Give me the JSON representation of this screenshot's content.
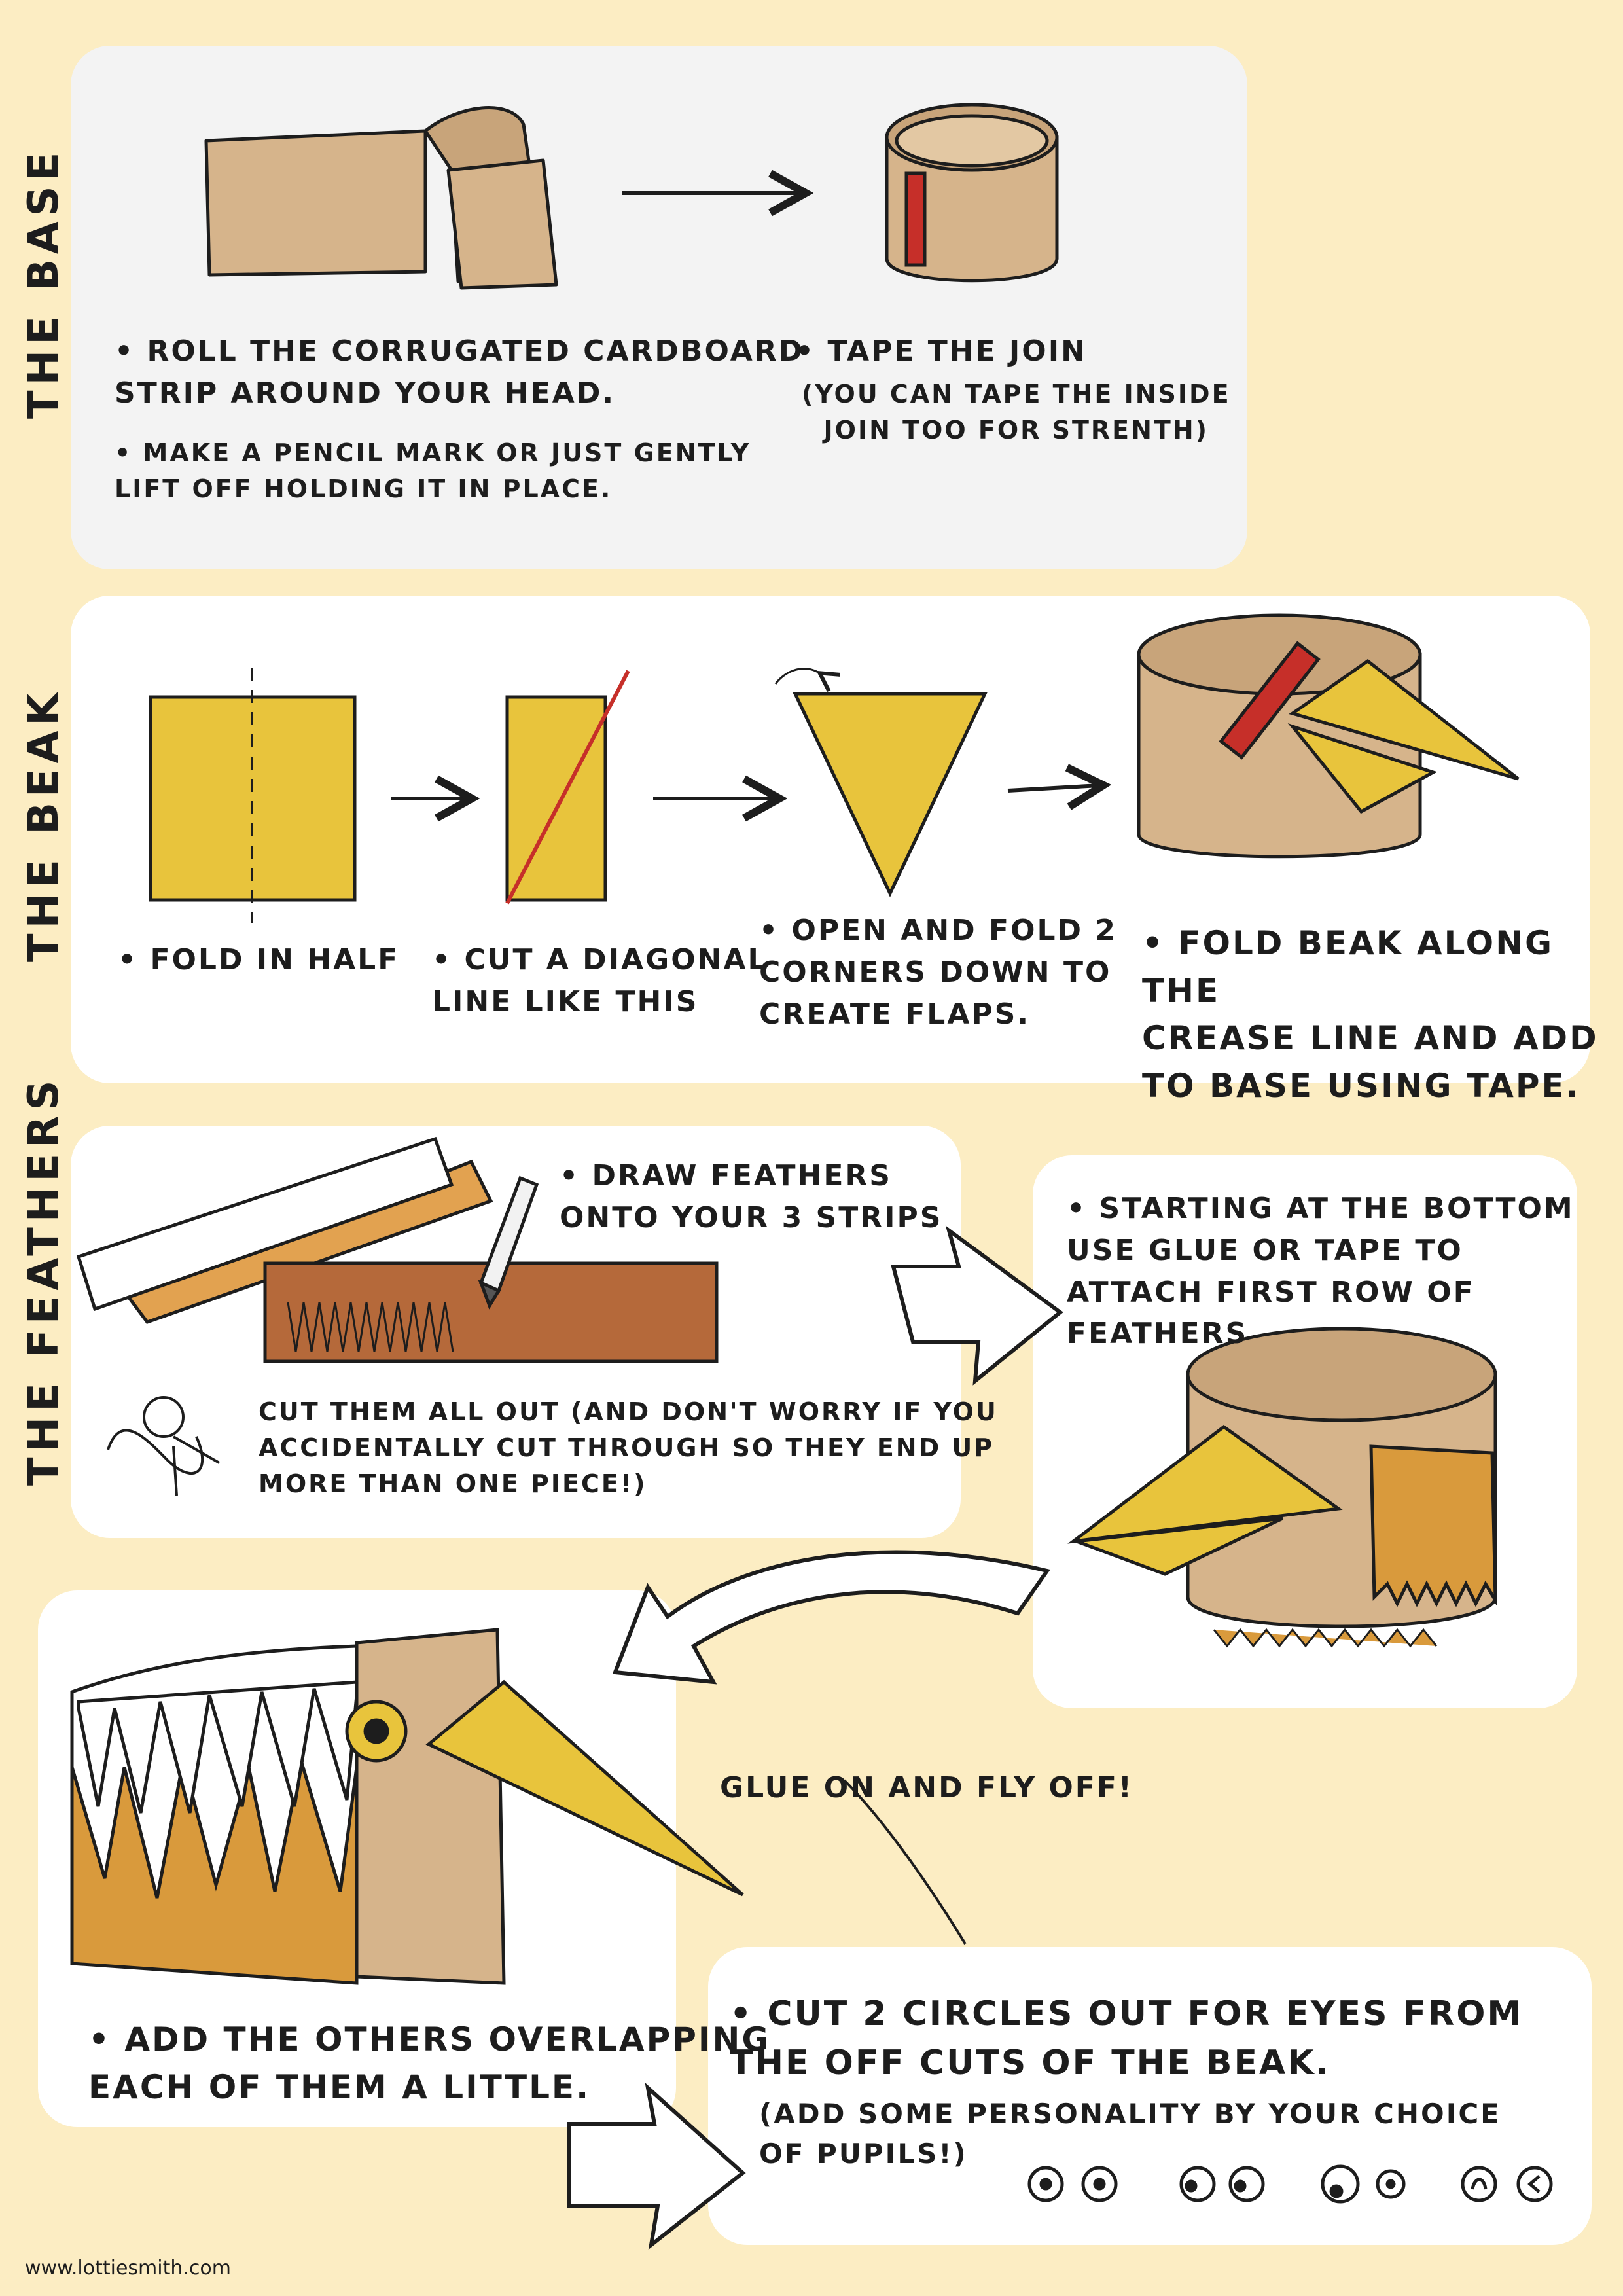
{
  "sections": {
    "base": {
      "label": "THE BASE",
      "step1_line1": "• ROLL THE CORRUGATED CARDBOARD\nSTRIP AROUND YOUR HEAD.",
      "step1_line2": "• MAKE A PENCIL MARK OR JUST GENTLY\nLIFT OFF HOLDING IT IN PLACE.",
      "step2_line1": "• TAPE THE JOIN",
      "step2_line2": "(YOU CAN TAPE THE INSIDE\nJOIN TOO FOR STRENTH)"
    },
    "beak": {
      "label": "THE BEAK",
      "step1": "• FOLD IN HALF",
      "step2": "• CUT A DIAGONAL\nLINE LIKE THIS",
      "step3": "• OPEN AND FOLD 2\nCORNERS DOWN TO\nCREATE FLAPS.",
      "step4": "• FOLD BEAK ALONG THE\nCREASE LINE AND ADD\nTO BASE USING TAPE."
    },
    "feathers": {
      "label": "THE FEATHERS",
      "draw": "• DRAW FEATHERS\nONTO YOUR 3 STRIPS",
      "cut": "CUT THEM ALL OUT (AND DON'T WORRY IF YOU\nACCIDENTALLY CUT THROUGH SO THEY END UP\nMORE THAN ONE PIECE!)",
      "attach": "• STARTING AT THE BOTTOM\nUSE GLUE OR TAPE TO\nATTACH FIRST ROW OF FEATHERS",
      "overlap": "• ADD THE OTHERS OVERLAPPING\nEACH OF THEM A LITTLE.",
      "glue": "GLUE ON AND FLY OFF!",
      "eyes": "• CUT 2 CIRCLES OUT FOR EYES FROM\nTHE OFF CUTS OF THE BEAK.",
      "eyes_note": "(ADD SOME PERSONALITY BY YOUR CHOICE\nOF PUPILS!)"
    }
  },
  "footer": "www.lottiesmith.com",
  "colors": {
    "background": "#fcedc3",
    "cardboard": "#d6b48b",
    "beak_yellow": "#e8c43c",
    "tape_red": "#c62f29",
    "feather_orange": "#d99a3c",
    "feather_brown": "#b5693a"
  }
}
